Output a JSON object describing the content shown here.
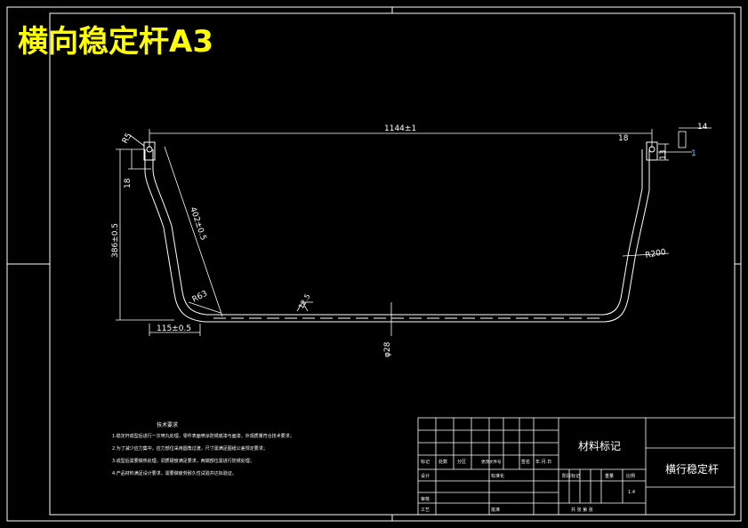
{
  "drawing": {
    "title": "横向稳定杆A3",
    "dim_overall_length": "1144±1",
    "dim_end_offset": "18",
    "dim_end_width": "14",
    "dim_end_height": "13",
    "dim_left_height": "386±0.5",
    "dim_left_top": "18",
    "dim_left_flat": "115±0.5",
    "dim_diagonal": "402±0.5",
    "dim_radius_small": "R63",
    "dim_radius_large": "R200",
    "dim_top_radius": "R5",
    "dim_diameter": "φ28",
    "dim_roughness": "12.5",
    "section_marker": "1",
    "notes_title": "技术要求",
    "notes": [
      "1.稳定杆成型后进行一次喷丸处理，零件表面喷涂防锈底漆与面漆，外观质量符合技术要求；",
      "2.为了减少应力集中，应力部位采用圆角过渡，尺寸需满足图纸公差规定要求；",
      "3.成型后需要做热处理，调质硬度满足要求，两端部位需进行防锈处理；",
      "4.产品材料满足设计要求，需要做疲劳耐久性试验并达标验证。"
    ]
  },
  "title_block": {
    "material_label": "材料标记",
    "part_name": "横行稳定杆",
    "rev_headers": [
      "标记",
      "处数",
      "分区",
      "更改文件号",
      "签名",
      "年.月.日"
    ],
    "row_design": "设计",
    "row_standard": "标准化",
    "row_review": "审核",
    "row_process": "工艺",
    "row_approve": "批准",
    "stage_headers": [
      "阶段标记",
      "重量",
      "比例"
    ],
    "scale": "1:4",
    "sheet_info": "共 张 第 张"
  }
}
